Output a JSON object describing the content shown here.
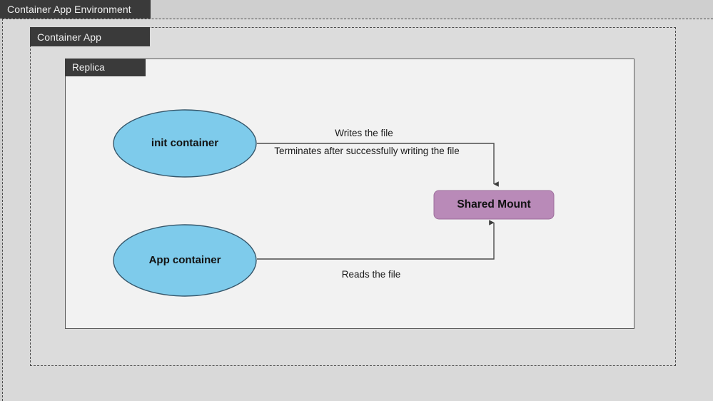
{
  "environment": {
    "tab_label": "Container App Environment"
  },
  "container_app": {
    "tab_label": "Container App"
  },
  "replica": {
    "tab_label": "Replica"
  },
  "nodes": {
    "init_container": "init container",
    "app_container": "App container",
    "shared_mount": "Shared Mount"
  },
  "edges": {
    "writes": "Writes the file",
    "terminates": "Terminates after successfully writing the file",
    "reads": "Reads the file"
  },
  "colors": {
    "page_background": "#cfcfcf",
    "environment_background": "#d9d9d9",
    "container_app_background": "#dcdcdc",
    "replica_background": "#f2f2f2",
    "tab_background": "#3a3a3a",
    "tab_text": "#f0f0f0",
    "ellipse_fill": "#7ecbeb",
    "ellipse_stroke": "#36576b",
    "mount_fill": "#b98ab8",
    "mount_stroke": "#9d6f9c",
    "connector_stroke": "#4d4d4d"
  }
}
